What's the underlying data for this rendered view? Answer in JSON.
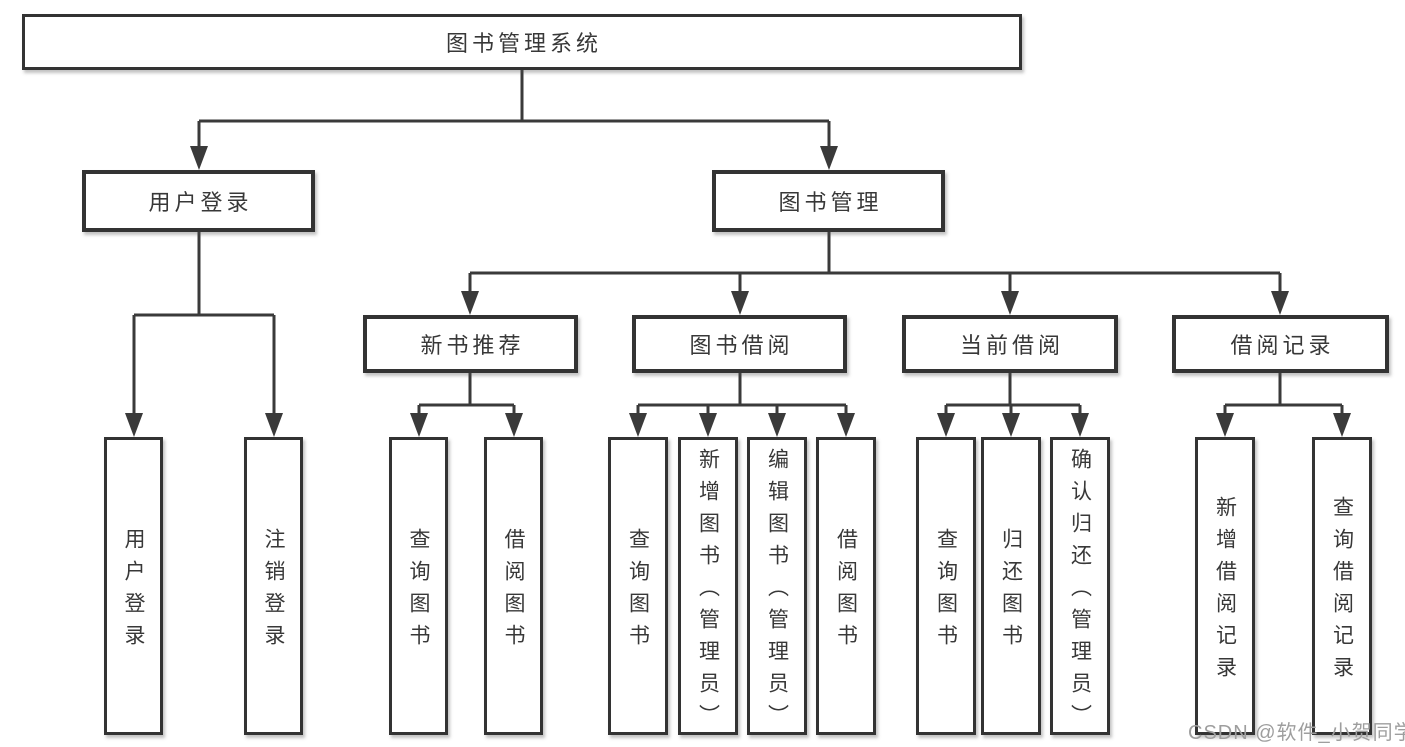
{
  "diagram": {
    "title": "图书管理系统",
    "type": "hierarchy-diagram"
  },
  "tree": {
    "label": "图书管理系统",
    "children": [
      {
        "label": "用户登录",
        "children": [
          {
            "label": "用户登录"
          },
          {
            "label": "注销登录"
          }
        ]
      },
      {
        "label": "图书管理",
        "children": [
          {
            "label": "新书推荐",
            "children": [
              {
                "label": "查询图书"
              },
              {
                "label": "借阅图书"
              }
            ]
          },
          {
            "label": "图书借阅",
            "children": [
              {
                "label": "查询图书"
              },
              {
                "label": "新增图书（管理员）"
              },
              {
                "label": "编辑图书（管理员）"
              },
              {
                "label": "借阅图书"
              }
            ]
          },
          {
            "label": "当前借阅",
            "children": [
              {
                "label": "查询图书"
              },
              {
                "label": "归还图书"
              },
              {
                "label": "确认归还（管理员）"
              }
            ]
          },
          {
            "label": "借阅记录",
            "children": [
              {
                "label": "新增借阅记录"
              },
              {
                "label": "查询借阅记录"
              }
            ]
          }
        ]
      }
    ]
  },
  "watermark": {
    "text": "CSDN @软件_小贺同学",
    "color": "#9e9e9e"
  },
  "colors": {
    "background": "#ffffff",
    "box_border": "#333333",
    "connector_line": "#3a3a3a",
    "text": "#383838"
  }
}
